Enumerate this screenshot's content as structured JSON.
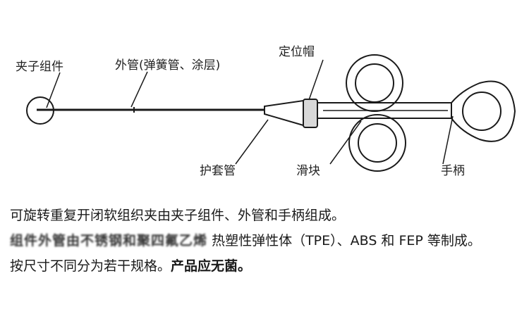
{
  "labels": {
    "clip_assembly": "夹子组件",
    "outer_tube": "外管(弹簧管、涂层)",
    "positioning_cap": "定位帽",
    "protective_sheath": "护套管",
    "slider": "滑块",
    "handle": "手柄"
  },
  "description": {
    "line1": "可旋转重复开闭软组织夹由夹子组件、外管和手柄组成。",
    "line2_blurred": "组件外管由不锈钢和聚四氟乙烯",
    "line2": "热塑性弹性体（TPE）、ABS 和 FEP 等制成。",
    "line3_start": "按尺寸不同分为若干规格。",
    "line3_bold": "产品应无菌。"
  }
}
